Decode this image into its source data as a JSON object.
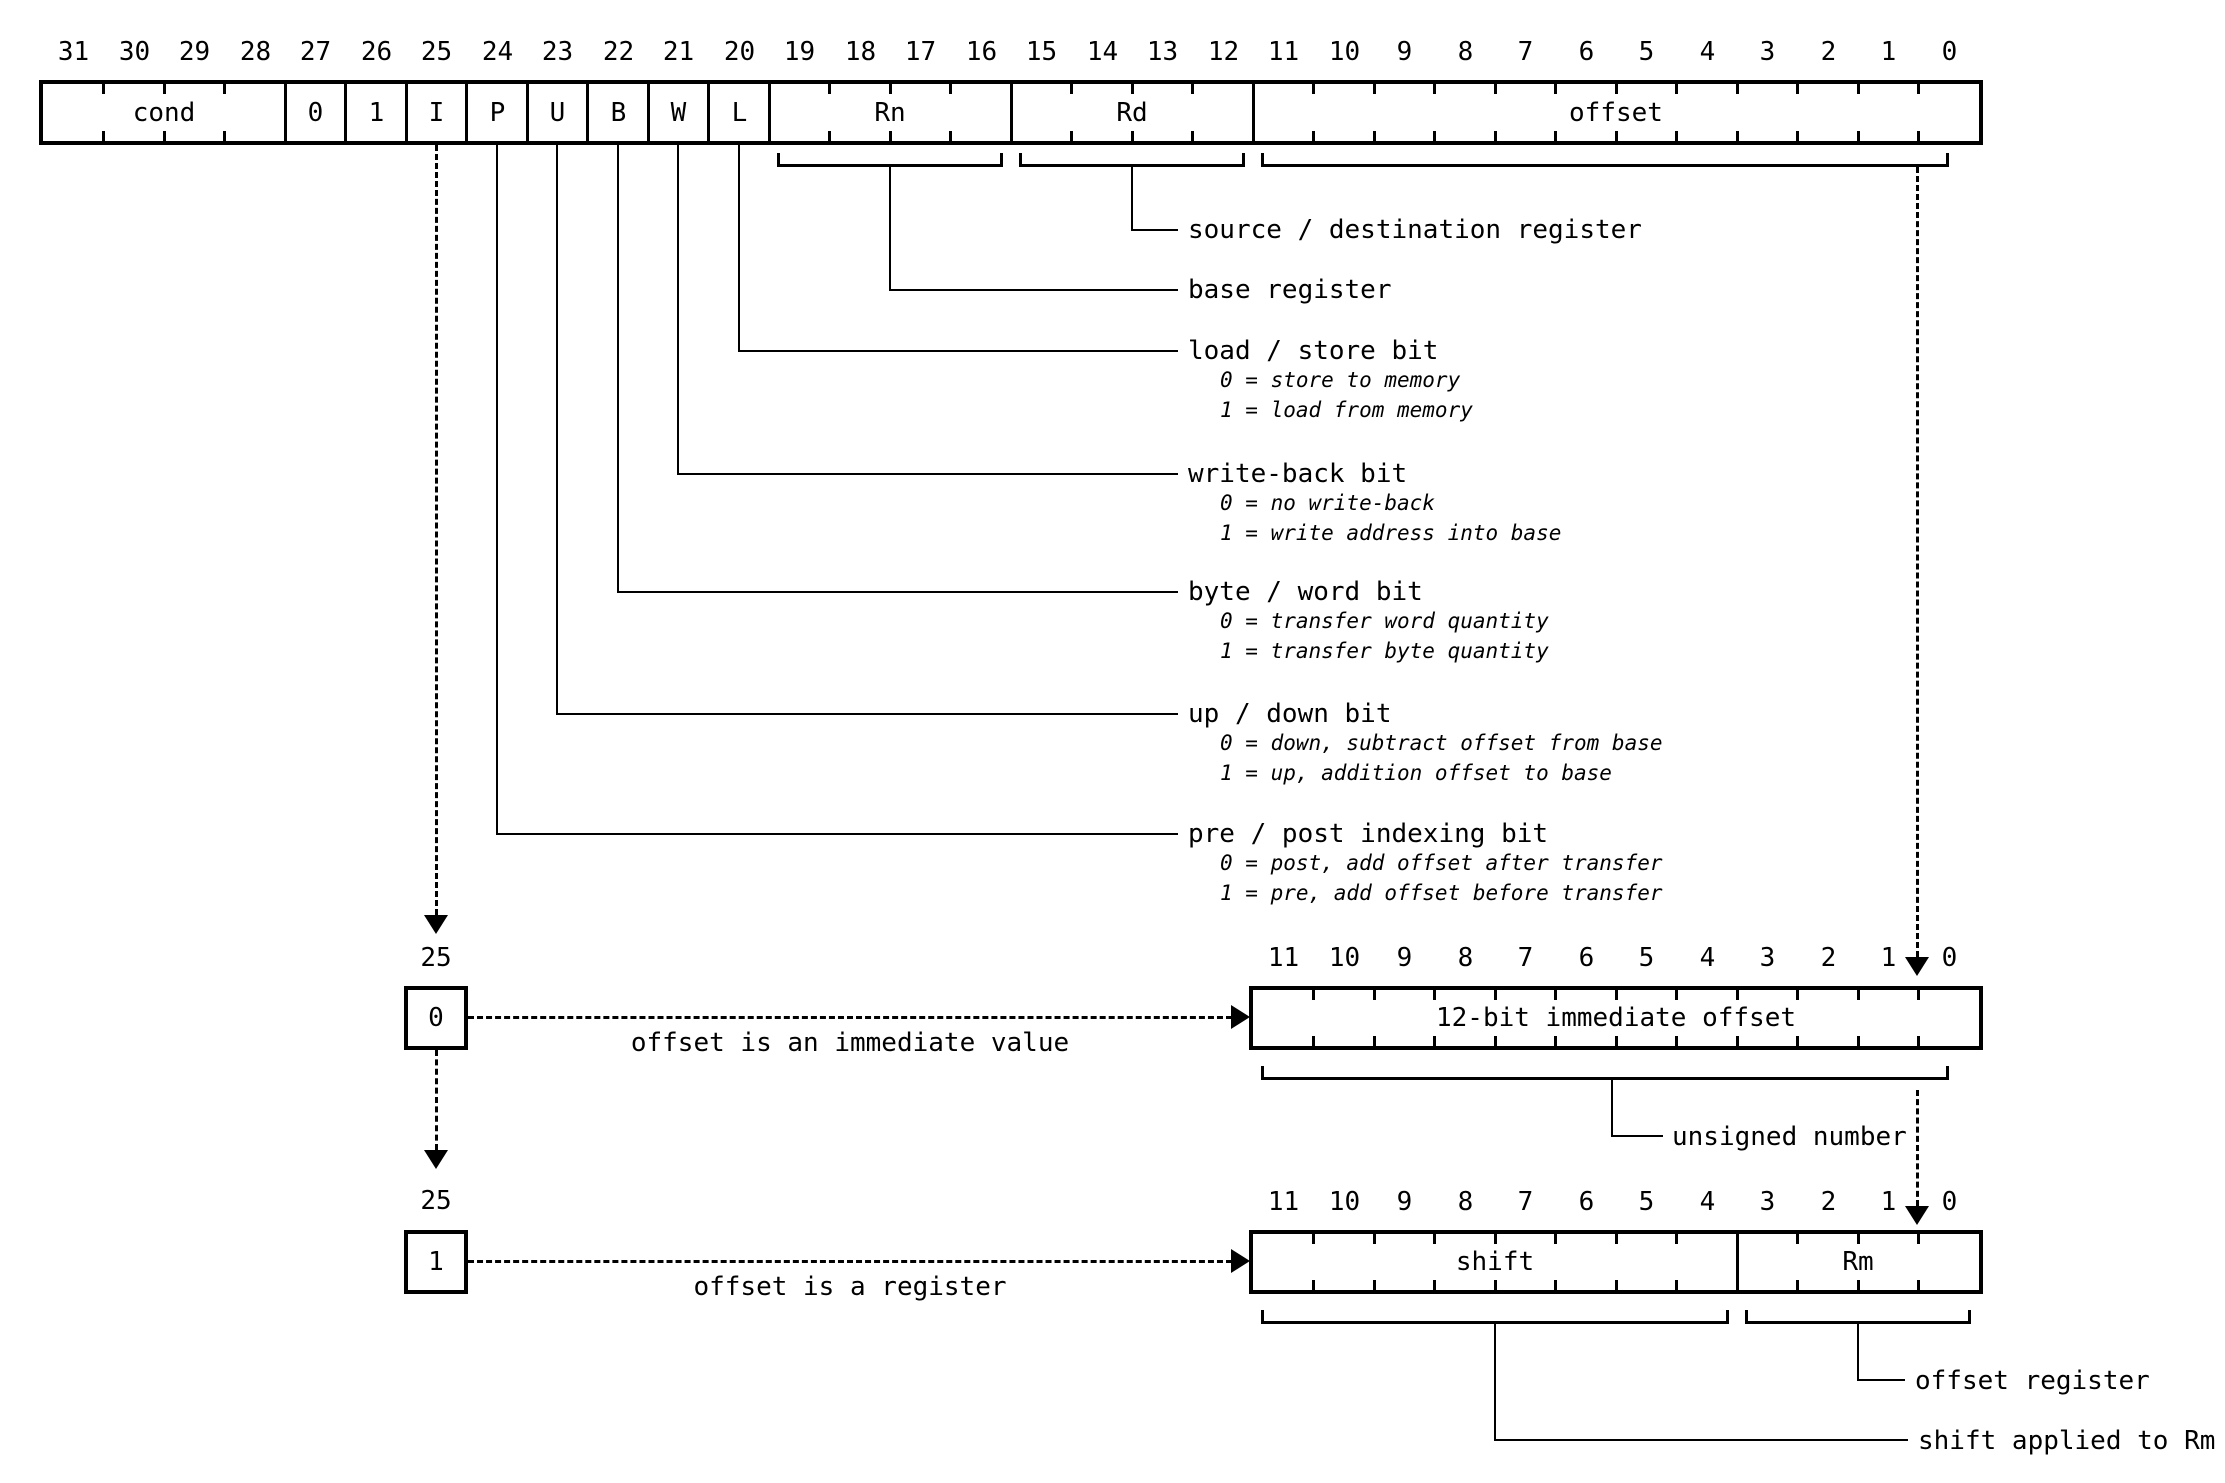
{
  "diagram": {
    "line_color": "#000000",
    "background_color": "#ffffff"
  },
  "main_register": {
    "bit_numbers": [
      "31",
      "30",
      "29",
      "28",
      "27",
      "26",
      "25",
      "24",
      "23",
      "22",
      "21",
      "20",
      "19",
      "18",
      "17",
      "16",
      "15",
      "14",
      "13",
      "12",
      "11",
      "10",
      "9",
      "8",
      "7",
      "6",
      "5",
      "4",
      "3",
      "2",
      "1",
      "0"
    ],
    "fields": [
      {
        "label": "cond",
        "hi": 31,
        "lo": 28
      },
      {
        "label": "0",
        "hi": 27,
        "lo": 27
      },
      {
        "label": "1",
        "hi": 26,
        "lo": 26
      },
      {
        "label": "I",
        "hi": 25,
        "lo": 25
      },
      {
        "label": "P",
        "hi": 24,
        "lo": 24
      },
      {
        "label": "U",
        "hi": 23,
        "lo": 23
      },
      {
        "label": "B",
        "hi": 22,
        "lo": 22
      },
      {
        "label": "W",
        "hi": 21,
        "lo": 21
      },
      {
        "label": "L",
        "hi": 20,
        "lo": 20
      },
      {
        "label": "Rn",
        "hi": 19,
        "lo": 16
      },
      {
        "label": "Rd",
        "hi": 15,
        "lo": 12
      },
      {
        "label": "offset",
        "hi": 11,
        "lo": 0
      }
    ]
  },
  "annotations": [
    {
      "label": "source / destination register",
      "details": []
    },
    {
      "label": "base register",
      "details": []
    },
    {
      "label": "load / store bit",
      "details": [
        "0 = store to memory",
        "1 = load from memory"
      ]
    },
    {
      "label": "write-back bit",
      "details": [
        "0 = no write-back",
        "1 = write address into base"
      ]
    },
    {
      "label": "byte / word bit",
      "details": [
        "0 = transfer word quantity",
        "1 = transfer byte quantity"
      ]
    },
    {
      "label": "up / down bit",
      "details": [
        "0 = down, subtract offset from base",
        "1 = up, addition offset to base"
      ]
    },
    {
      "label": "pre / post indexing bit",
      "details": [
        "0 = post, add offset after transfer",
        "1 = pre, add offset before transfer"
      ]
    }
  ],
  "immediate_case": {
    "bit_position_label": "25",
    "bit_value": "0",
    "arrow_label": "offset is an immediate value",
    "sub_register": {
      "bit_numbers": [
        "11",
        "10",
        "9",
        "8",
        "7",
        "6",
        "5",
        "4",
        "3",
        "2",
        "1",
        "0"
      ],
      "fields": [
        {
          "label": "12-bit immediate offset",
          "hi": 11,
          "lo": 0
        }
      ]
    },
    "note": "unsigned number"
  },
  "register_case": {
    "bit_position_label": "25",
    "bit_value": "1",
    "arrow_label": "offset is a register",
    "sub_register": {
      "bit_numbers": [
        "11",
        "10",
        "9",
        "8",
        "7",
        "6",
        "5",
        "4",
        "3",
        "2",
        "1",
        "0"
      ],
      "fields": [
        {
          "label": "shift",
          "hi": 11,
          "lo": 4
        },
        {
          "label": "Rm",
          "hi": 3,
          "lo": 0
        }
      ]
    },
    "notes": [
      "offset register",
      "shift applied to Rm"
    ]
  }
}
